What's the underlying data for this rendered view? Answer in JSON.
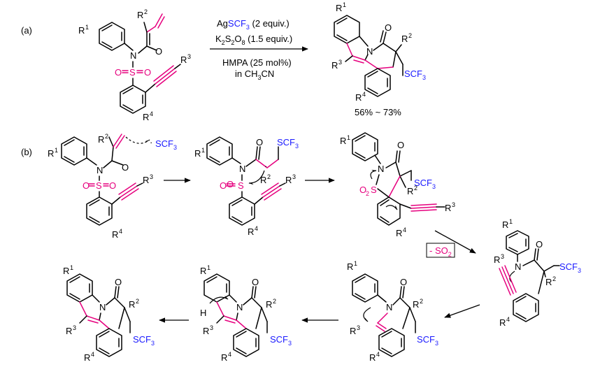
{
  "panel_a_label": "(a)",
  "panel_b_label": "(b)",
  "reagents": {
    "line1_prefix": "Ag",
    "line1_blue": "SCF",
    "line1_sub": "3",
    "line1_suffix": " (2 equiv.)",
    "line2_k": "K",
    "line2_k_sub": "2",
    "line2_s": "S",
    "line2_s_sub": "2",
    "line2_o": "O",
    "line2_o_sub": "8",
    "line2_suffix": " (1.5 equiv.)",
    "line3": "HMPA (25 mol%)",
    "line4_prefix": "in CH",
    "line4_sub": "3",
    "line4_suffix": "CN"
  },
  "yield": "56% ~ 73%",
  "extrusion": {
    "text": "- SO",
    "sub": "2"
  },
  "atoms": {
    "R": "R",
    "one": "1",
    "two": "2",
    "three": "3",
    "four": "4",
    "N": "N",
    "O": "O",
    "S": "S",
    "H": "H",
    "SCF": "SCF",
    "radical_SCF": "SCF",
    "dot": "·",
    "sub3": "3",
    "sub2": "2"
  }
}
